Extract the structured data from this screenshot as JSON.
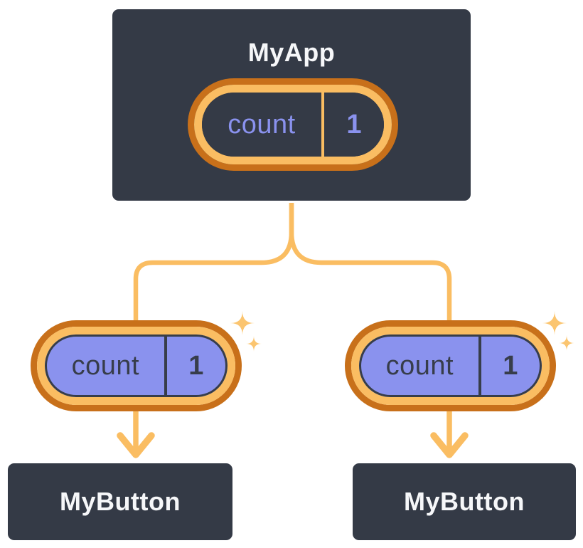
{
  "palette": {
    "page_background": "#ffffff",
    "node_background": "#343a46",
    "node_border": "#ffffff",
    "node_text": "#f6f7f9",
    "pill_ring_dark_orange": "#c8701a",
    "pill_ring_light_orange": "#fabd62",
    "connector_orange": "#fabd62",
    "sparkle_orange": "#fbc570",
    "pill_purple": "#8a92ee",
    "pill_dark_text": "#373d4a"
  },
  "tree": {
    "root": {
      "label": "MyApp",
      "state_pill": {
        "name": "count",
        "value": "1"
      }
    },
    "children": [
      {
        "label": "MyButton",
        "prop_pill": {
          "name": "count",
          "value": "1"
        }
      },
      {
        "label": "MyButton",
        "prop_pill": {
          "name": "count",
          "value": "1"
        }
      }
    ]
  }
}
